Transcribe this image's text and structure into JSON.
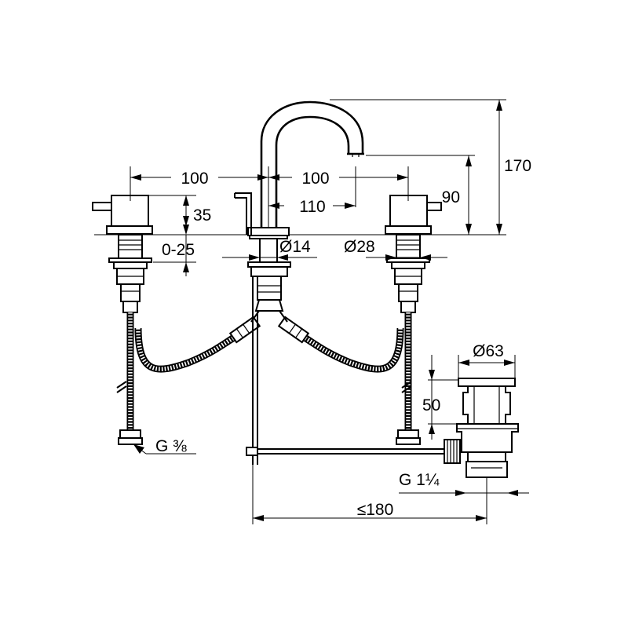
{
  "dimensions": {
    "handle_spacing_left": "100",
    "handle_spacing_right": "100",
    "spout_reach": "110",
    "overall_height": "170",
    "spout_outlet_height": "90",
    "handle_height": "35",
    "deck_thickness": "0-25",
    "hole_diameter": "Ø14",
    "rosette_diameter": "Ø28",
    "waste_diameter": "Ø63",
    "waste_height": "50",
    "pop_up_reach": "≤180"
  },
  "threads": {
    "supply": "G ⅜",
    "waste": "G 1¼"
  }
}
